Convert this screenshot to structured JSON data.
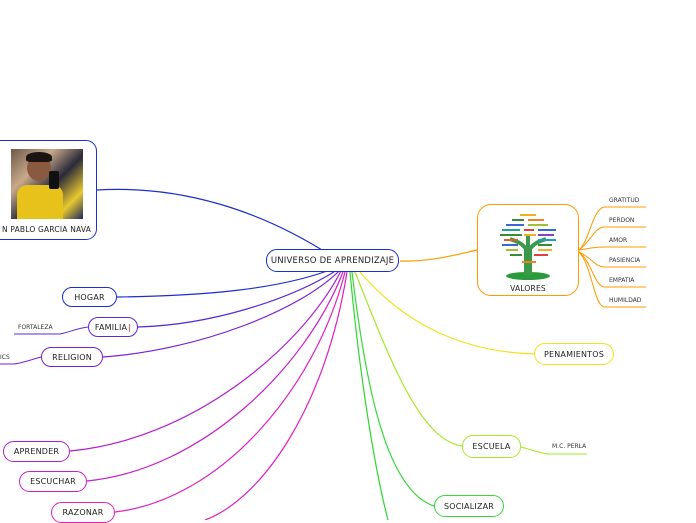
{
  "center": {
    "label": "UNIVERSO DE APRENDIZAJE"
  },
  "person": {
    "name": "N PABLO GARCIA NAVA",
    "photo_label": "image-of-person"
  },
  "valores": {
    "label": "VALORES",
    "image_label": "value-tree-image",
    "children": [
      "GRATITUD",
      "PERDON",
      "AMOR",
      "PASIENCIA",
      "EMPATIA",
      "HUMILDAD"
    ]
  },
  "hogar": {
    "label": "HOGAR"
  },
  "familia": {
    "label": "FAMILIA",
    "child": "FORTALEZA"
  },
  "religion": {
    "label": "RELIGION",
    "child": "ICS"
  },
  "penamientos": {
    "label": "PENAMIENTOS"
  },
  "escuela": {
    "label": "ESCUELA",
    "child": "M.C. PERLA"
  },
  "aprender": {
    "label": "APRENDER"
  },
  "escuchar": {
    "label": "ESCUCHAR"
  },
  "razonar": {
    "label": "RAZONAR"
  },
  "socializar": {
    "label": "SOCIALIZAR"
  },
  "colors": {
    "blue": "#1b2fd0",
    "orange": "#ff9900",
    "purple": "#8a1fe0",
    "magenta": "#e020c0",
    "yellow": "#f2e21a",
    "lime": "#a6e82a",
    "green": "#2ed62e"
  }
}
